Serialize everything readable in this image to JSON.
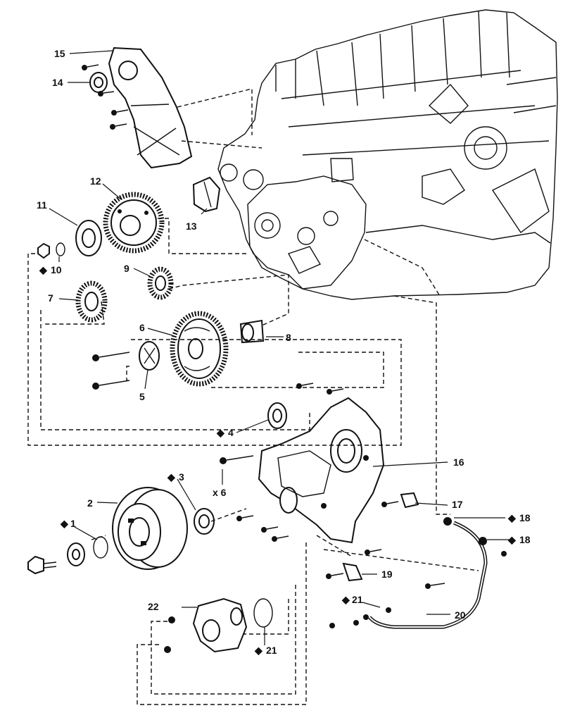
{
  "labels": [
    {
      "id": "p1",
      "text": "1",
      "marked": true
    },
    {
      "id": "p2",
      "text": "2",
      "marked": false
    },
    {
      "id": "p3",
      "text": "3",
      "marked": true
    },
    {
      "id": "p4",
      "text": "4",
      "marked": true
    },
    {
      "id": "p5",
      "text": "5",
      "marked": false
    },
    {
      "id": "p6",
      "text": "6",
      "marked": false
    },
    {
      "id": "p7",
      "text": "7",
      "marked": false
    },
    {
      "id": "p8",
      "text": "8",
      "marked": false
    },
    {
      "id": "p9",
      "text": "9",
      "marked": false
    },
    {
      "id": "p10",
      "text": "10",
      "marked": true
    },
    {
      "id": "p11",
      "text": "11",
      "marked": false
    },
    {
      "id": "p12",
      "text": "12",
      "marked": false
    },
    {
      "id": "p13",
      "text": "13",
      "marked": false
    },
    {
      "id": "p14",
      "text": "14",
      "marked": false
    },
    {
      "id": "p15",
      "text": "15",
      "marked": false
    },
    {
      "id": "p16",
      "text": "16",
      "marked": false
    },
    {
      "id": "p17",
      "text": "17",
      "marked": false
    },
    {
      "id": "p18a",
      "text": "18",
      "marked": true
    },
    {
      "id": "p18b",
      "text": "18",
      "marked": true
    },
    {
      "id": "p19",
      "text": "19",
      "marked": false
    },
    {
      "id": "p20",
      "text": "20",
      "marked": false
    },
    {
      "id": "p21a",
      "text": "21",
      "marked": true
    },
    {
      "id": "p21b",
      "text": "21",
      "marked": true
    },
    {
      "id": "p22",
      "text": "22",
      "marked": false
    }
  ],
  "bolt_count": "x 6",
  "marker_symbol": "◆"
}
